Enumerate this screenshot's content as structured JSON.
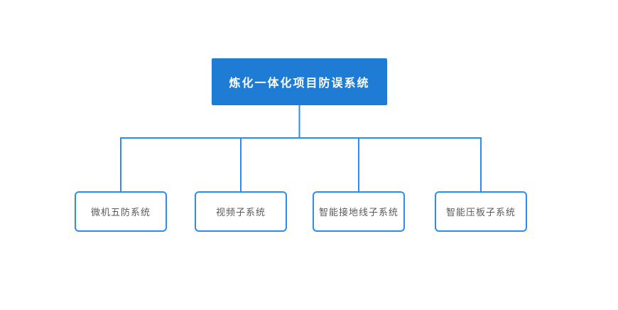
{
  "diagram": {
    "type": "org-chart",
    "root": {
      "label": "炼化一体化项目防误系统"
    },
    "children": [
      {
        "label": "微机五防系统"
      },
      {
        "label": "视频子系统"
      },
      {
        "label": "智能接地线子系统"
      },
      {
        "label": "智能压板子系统"
      }
    ]
  },
  "colors": {
    "canvas_bg": "#ffffff",
    "root_fill": "#1e7cd4",
    "root_text": "#ffffff",
    "child_border": "#2d8cf0",
    "child_fill": "#ffffff",
    "child_text": "#595959",
    "connector": "#2d8cf0"
  }
}
